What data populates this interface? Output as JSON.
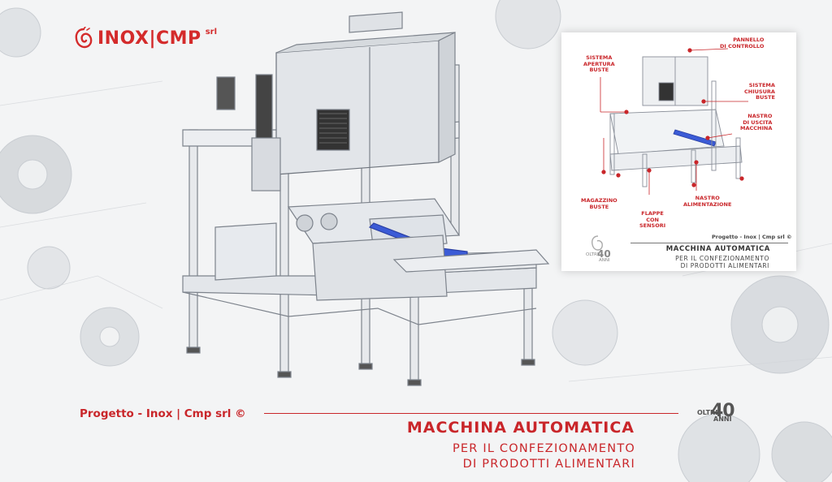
{
  "brand": {
    "name": "INOX|CMP",
    "suffix": "srl"
  },
  "credit": "Progetto - Inox | Cmp srl ©",
  "badge": {
    "over": "OLTRE",
    "number": "40",
    "years": "ANNI"
  },
  "title": "MACCHINA AUTOMATICA",
  "subtitle_line1": "PER IL CONFEZIONAMENTO",
  "subtitle_line2": "DI PRODOTTI ALIMENTARI",
  "inset": {
    "labels": {
      "pannello": "PANNELLO\nDI CONTROLLO",
      "apertura": "SISTEMA\nAPERTURA\nBUSTE",
      "chiusura": "SISTEMA\nCHIUSURA\nBUSTE",
      "uscita": "NASTRO\nDI USCITA\nMACCHINA",
      "magazzino": "MAGAZZINO\nBUSTE",
      "flappe": "FLAPPE\nCON\nSENSORI",
      "alimentazione": "NASTRO\nALIMENTAZIONE"
    },
    "credit": "Progetto - Inox | Cmp srl ©",
    "title": "MACCHINA AUTOMATICA",
    "subtitle_line1": "PER IL CONFEZIONAMENTO",
    "subtitle_line2": "DI PRODOTTI ALIMENTARI",
    "badge": {
      "over": "OLTRE",
      "number": "40",
      "years": "ANNI"
    }
  },
  "colors": {
    "accent": "#c9262a",
    "conveyor": "#3b5bd6",
    "frame": "#8a8f99"
  }
}
